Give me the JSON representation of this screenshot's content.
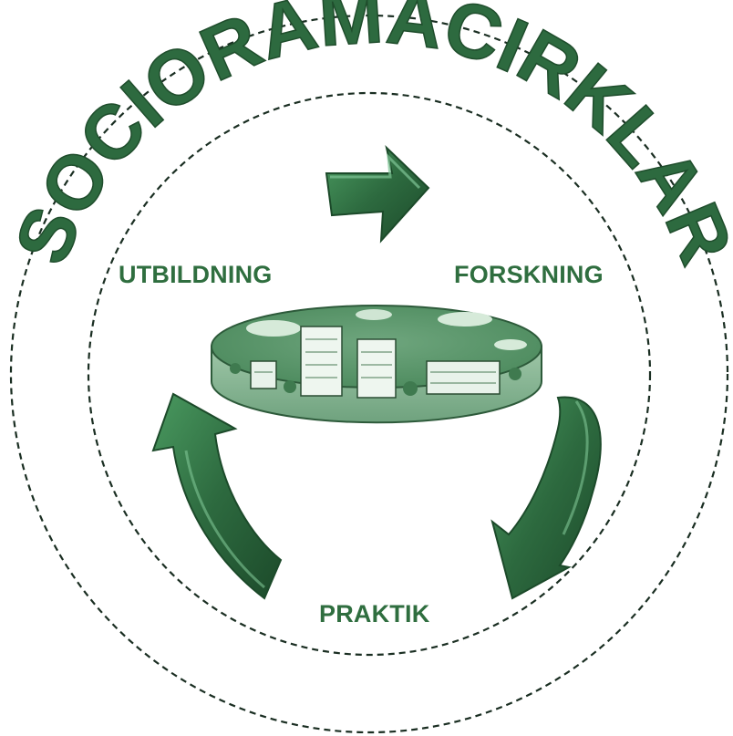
{
  "title": "SOCIORAMACIRKLAR",
  "labels": {
    "utbildning": "UTBILDNING",
    "forskning": "FORSKNING",
    "praktik": "PRAKTIK"
  },
  "colors": {
    "primary": "#2d6a3f",
    "dark": "#1f4d2c",
    "light": "#bcd8c2",
    "dashed": "#1a2e22"
  },
  "icons": [
    "arrow-right-icon",
    "arrow-curved-down-icon",
    "arrow-curved-up-icon",
    "city-disc-icon"
  ]
}
